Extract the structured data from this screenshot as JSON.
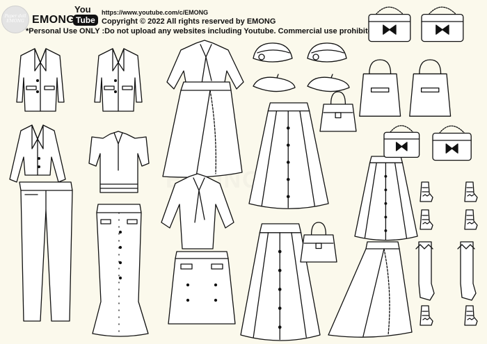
{
  "header": {
    "logo_text": "Paper doll EMONG",
    "brand": "EMONG",
    "youtube_you": "You",
    "youtube_tube": "Tube",
    "url": "https://www.youtube.com/c/EMONG",
    "copyright": "Copyright © 2022 All rights reserved by EMONG",
    "notice": "*Personal Use ONLY :Do not upload any websites including Youtube. Commercial use prohibited"
  },
  "watermark": "EMONG",
  "colors": {
    "background": "#fbf9ec",
    "line": "#111111",
    "fill": "#ffffff"
  },
  "items": [
    {
      "name": "blazer",
      "count": 2
    },
    {
      "name": "cropped-jacket",
      "count": 1
    },
    {
      "name": "pants",
      "count": 1
    },
    {
      "name": "puff-sleeve-blouse",
      "count": 1
    },
    {
      "name": "mermaid-skirt",
      "count": 1
    },
    {
      "name": "scarf-blouse",
      "count": 2
    },
    {
      "name": "ruffle-wrap-skirt",
      "count": 2
    },
    {
      "name": "mini-skirt",
      "count": 1
    },
    {
      "name": "cloche-hat",
      "count": 2
    },
    {
      "name": "beret",
      "count": 2
    },
    {
      "name": "flared-skirt",
      "count": 3
    },
    {
      "name": "chain-bag",
      "count": 4
    },
    {
      "name": "tote-bag",
      "count": 2
    },
    {
      "name": "handbag",
      "count": 2
    },
    {
      "name": "shoe",
      "count": 6
    },
    {
      "name": "knee-sock",
      "count": 2
    }
  ]
}
